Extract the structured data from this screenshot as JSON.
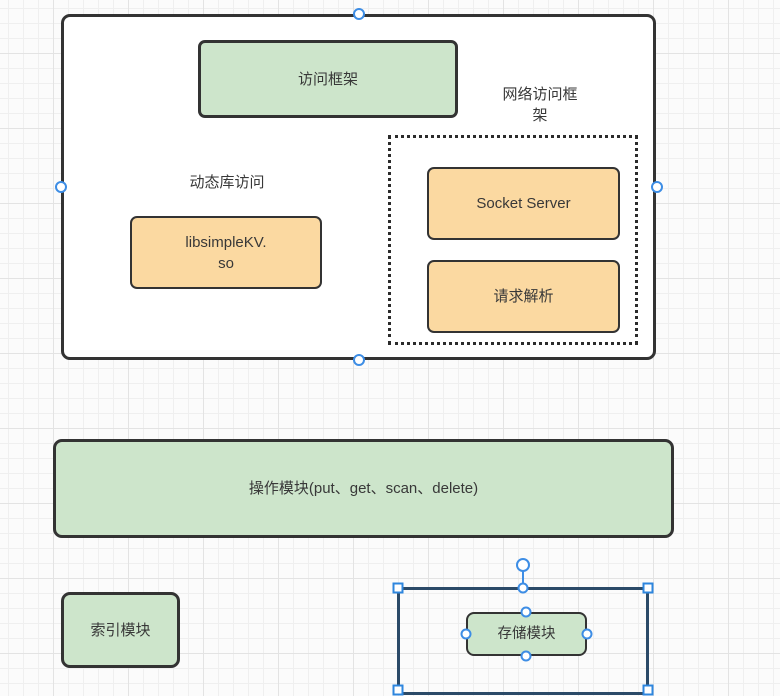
{
  "colors": {
    "green_fill": "#cde5cb",
    "orange_fill": "#fbd9a1",
    "shape_border": "#333333",
    "selected_edge": "#2b4a68",
    "handle_blue": "#3d8de5",
    "handle_square_blue": "#2e86de",
    "canvas_bg": "#fbfbfb"
  },
  "nodes": {
    "access_frame": {
      "label": "访问框架"
    },
    "network_frame_caption": {
      "lines": [
        "网络访问框",
        "架"
      ]
    },
    "dynamic_lib_caption": {
      "label": "动态库访问"
    },
    "lib_simple_kv": {
      "lines": [
        "libsimpleKV.",
        "so"
      ]
    },
    "socket_server": {
      "label": "Socket Server"
    },
    "request_parse": {
      "label": "请求解析"
    },
    "operation_module": {
      "label": "操作模块(put、get、scan、delete)"
    },
    "index_module": {
      "label": "索引模块"
    },
    "storage_module": {
      "label": "存储模块"
    }
  }
}
